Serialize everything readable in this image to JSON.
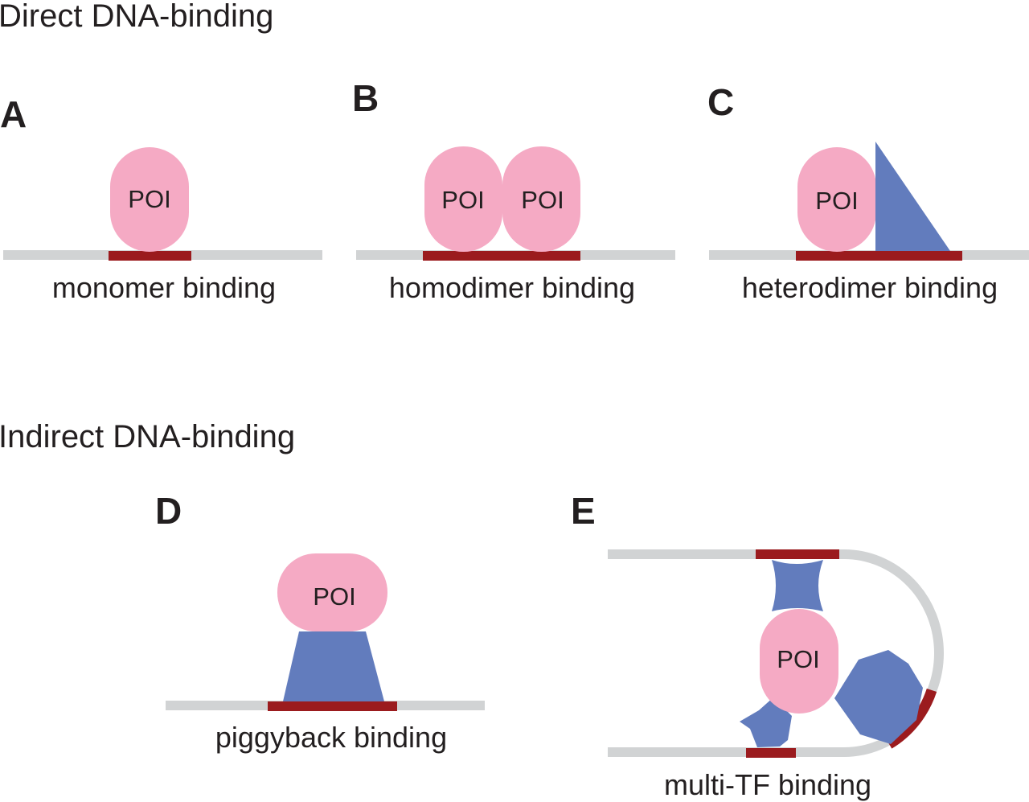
{
  "colors": {
    "protein_of_interest": "#f5aac4",
    "partner_tf": "#627cbd",
    "dna": "#d1d3d4",
    "binding_site": "#9b1b1e",
    "text": "#231f20"
  },
  "sections": {
    "direct": "Direct DNA-binding",
    "indirect": "Indirect DNA-binding"
  },
  "panels": [
    {
      "letter": "A",
      "caption": "monomer binding",
      "poi_labels": [
        "POI"
      ]
    },
    {
      "letter": "B",
      "caption": "homodimer binding",
      "poi_labels": [
        "POI",
        "POI"
      ]
    },
    {
      "letter": "C",
      "caption": "heterodimer binding",
      "poi_labels": [
        "POI"
      ]
    },
    {
      "letter": "D",
      "caption": "piggyback binding",
      "poi_labels": [
        "POI"
      ]
    },
    {
      "letter": "E",
      "caption": "multi-TF binding",
      "poi_labels": [
        "POI"
      ]
    }
  ]
}
